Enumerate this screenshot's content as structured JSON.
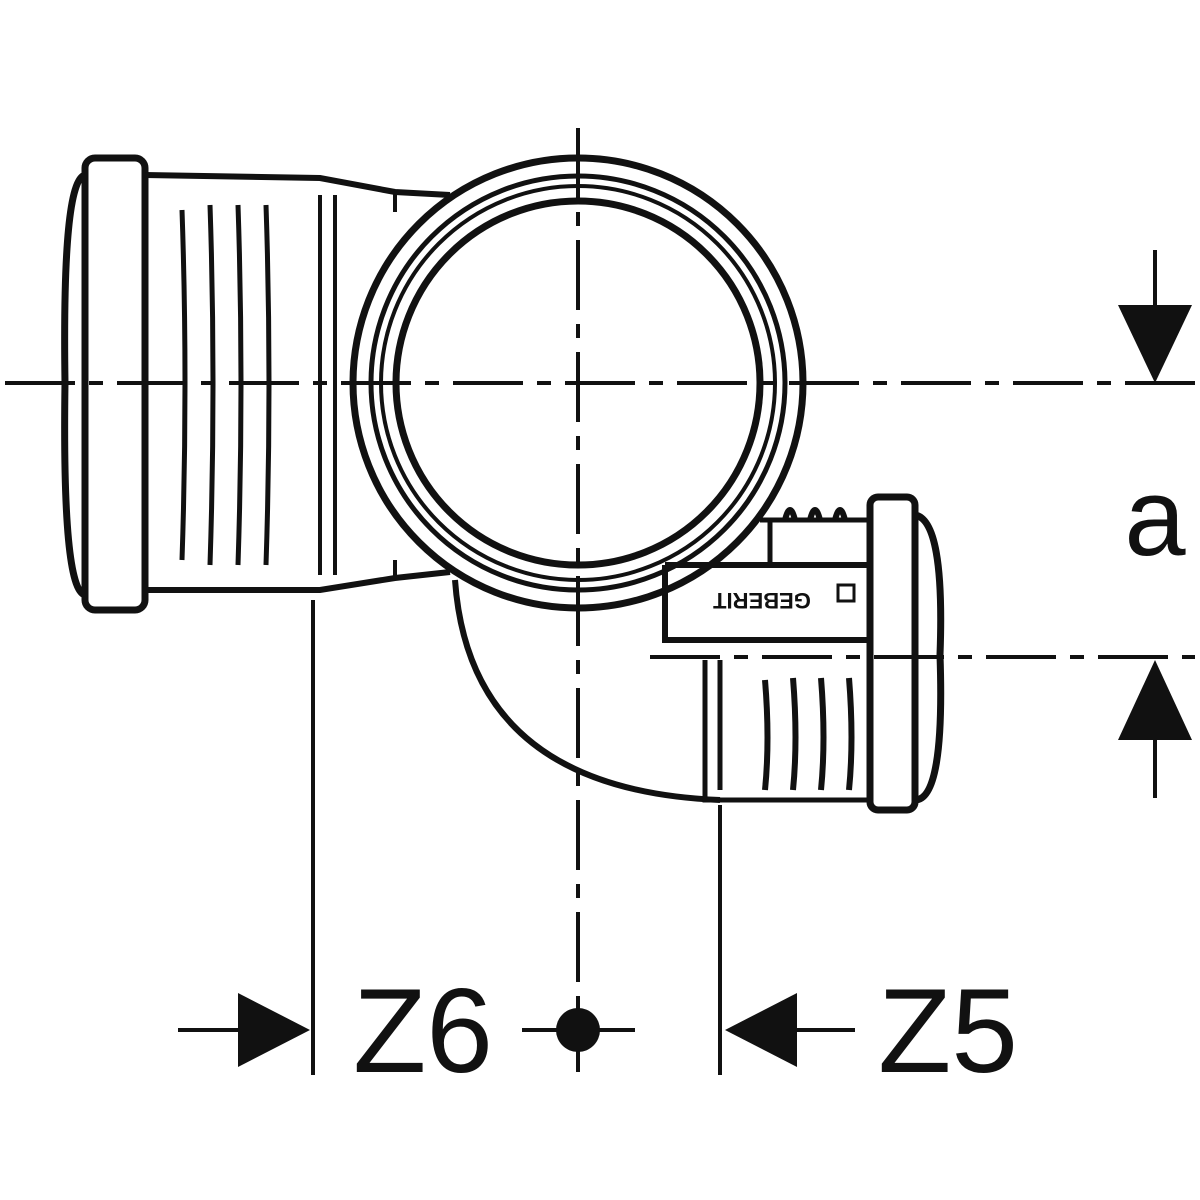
{
  "diagram": {
    "dimension_labels": {
      "a": "a",
      "z6": "Z6",
      "z5": "Z5"
    },
    "logo_text": "GEBERIT",
    "colors": {
      "line": "#111111",
      "background": "#ffffff"
    }
  }
}
